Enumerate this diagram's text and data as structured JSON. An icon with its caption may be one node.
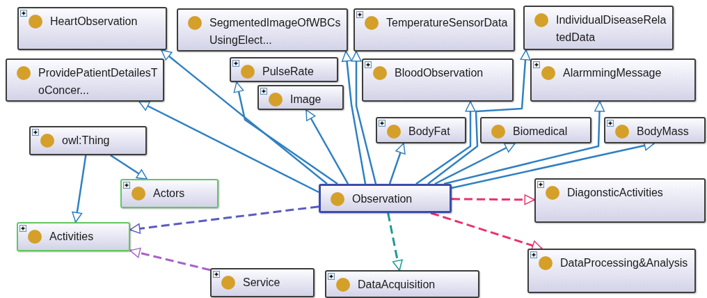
{
  "diagram": {
    "nodes": [
      {
        "text": [
          "HeartObservation"
        ]
      },
      {
        "text": [
          "SegmentedImageOfWBCsUsingElect..."
        ]
      },
      {
        "text": [
          "TemperatureSensorData"
        ]
      },
      {
        "text": [
          "IndividualDiseaseRelatedData"
        ]
      },
      {
        "text": [
          "ProvidePatientDetailesToConcer..."
        ]
      },
      {
        "text": [
          "PulseRate"
        ]
      },
      {
        "text": [
          "BloodObservation"
        ]
      },
      {
        "text": [
          "AlarmmingMessage"
        ]
      },
      {
        "text": [
          "Image"
        ]
      },
      {
        "text": [
          "BodyFat"
        ]
      },
      {
        "text": [
          "Biomedical"
        ]
      },
      {
        "text": [
          "BodyMass"
        ]
      },
      {
        "text": [
          "owl:Thing"
        ]
      },
      {
        "text": [
          "Actors"
        ]
      },
      {
        "text": [
          "Observation"
        ]
      },
      {
        "text": [
          "DiagonsticActivities"
        ]
      },
      {
        "text": [
          "Activities"
        ]
      },
      {
        "text": [
          "Service"
        ]
      },
      {
        "text": [
          "DataAcquisition"
        ]
      },
      {
        "text": [
          "DataProcessing&Analysis"
        ]
      }
    ],
    "edges": [
      {
        "from": 14,
        "to": 0,
        "arrow": "to"
      },
      {
        "from": 14,
        "to": 1,
        "arrow": "to"
      },
      {
        "from": 14,
        "to": 2,
        "arrow": "to"
      },
      {
        "from": 14,
        "to": 3,
        "arrow": "to"
      },
      {
        "from": 14,
        "to": 4,
        "arrow": "to"
      },
      {
        "from": 14,
        "to": 5,
        "arrow": "to"
      },
      {
        "from": 14,
        "to": 6,
        "arrow": "to"
      },
      {
        "from": 14,
        "to": 7,
        "arrow": "to"
      },
      {
        "from": 14,
        "to": 8,
        "arrow": "to"
      },
      {
        "from": 14,
        "to": 9,
        "arrow": "to"
      },
      {
        "from": 14,
        "to": 10,
        "arrow": "to"
      },
      {
        "from": 14,
        "to": 11,
        "arrow": "to"
      },
      {
        "from": 12,
        "to": 16,
        "arrow": "to"
      },
      {
        "from": 12,
        "to": 13,
        "arrow": "to"
      },
      {
        "from": 14,
        "to": 16,
        "arrow": "to",
        "style": "dashed",
        "color": "#5a5ac2"
      },
      {
        "from": 17,
        "to": 16,
        "arrow": "to",
        "style": "dashed",
        "color": "#a862c9"
      },
      {
        "from": 14,
        "to": 18,
        "arrow": "to",
        "style": "dashed",
        "color": "#1a9a92"
      },
      {
        "from": 14,
        "to": 15,
        "arrow": "to",
        "style": "dashed",
        "color": "#e8336e"
      },
      {
        "from": 14,
        "to": 19,
        "arrow": "to",
        "style": "dashed",
        "color": "#e8336e"
      }
    ]
  }
}
